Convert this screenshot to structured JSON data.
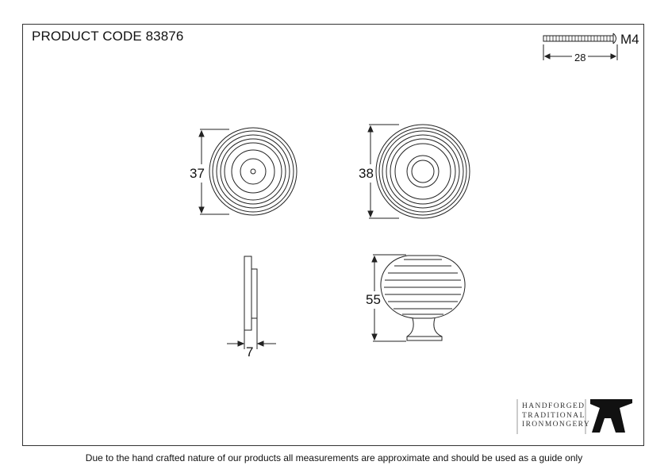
{
  "product": {
    "code_label": "PRODUCT CODE 83876"
  },
  "screw": {
    "thread": "M4",
    "length": "28"
  },
  "dimensions": {
    "rose_back_diameter": "37",
    "knob_face_diameter": "38",
    "rose_depth": "7",
    "knob_height": "55"
  },
  "brand": {
    "line1": "HANDFORGED",
    "line2": "TRADITIONAL",
    "line3": "IRONMONGERY",
    "logo_icon": "anvil-icon"
  },
  "footer": {
    "disclaimer": "Due to the hand crafted nature of our products all measurements are approximate and should be used as a guide only"
  }
}
